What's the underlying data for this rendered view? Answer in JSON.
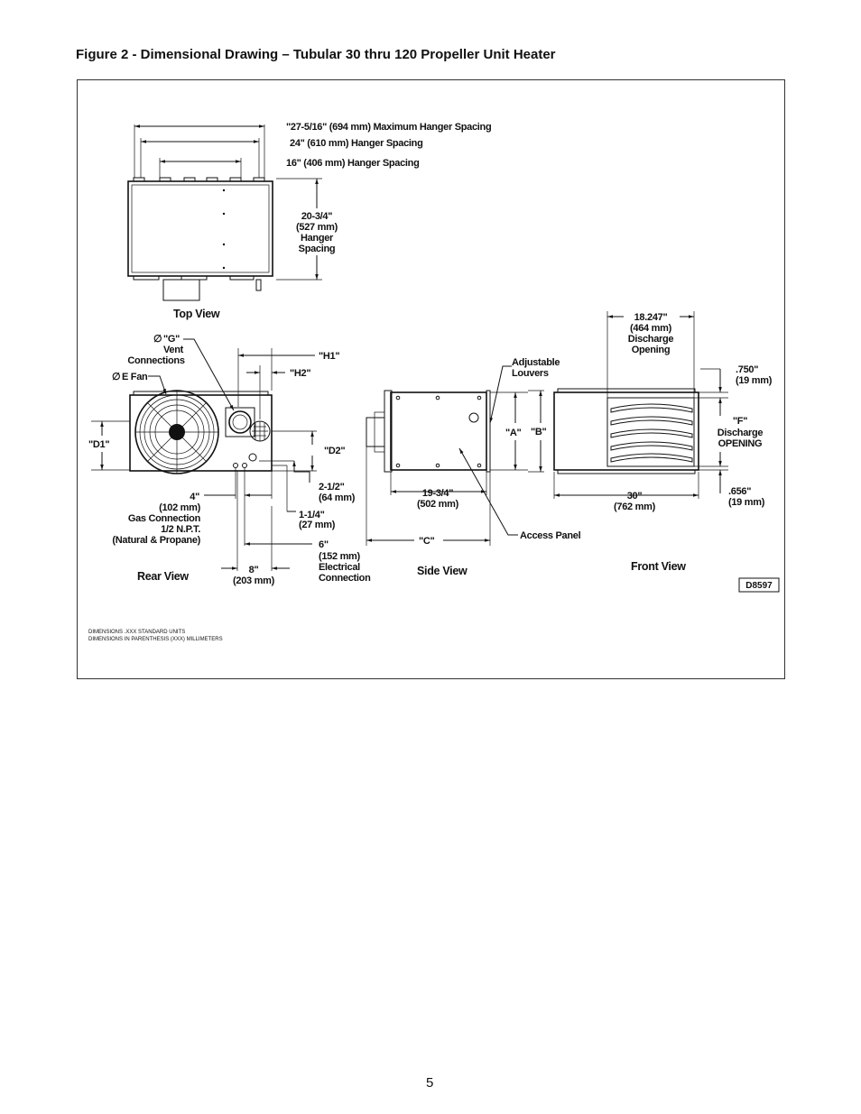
{
  "figure": {
    "title": "Figure 2 - Dimensional Drawing – Tubular 30 thru 120 Propeller Unit Heater",
    "drawing_id": "D8597",
    "page_number": "5"
  },
  "top_view": {
    "name": "Top View",
    "dims": {
      "max_hanger": "\"27-5/16\" (694 mm) Maximum Hanger Spacing",
      "hanger_24": "24\" (610 mm) Hanger Spacing",
      "hanger_16": "16\" (406 mm) Hanger Spacing",
      "height_1": "20-3/4\"",
      "height_2": "(527 mm)",
      "height_3": "Hanger",
      "height_4": "Spacing"
    }
  },
  "rear_view": {
    "name": "Rear View",
    "labels": {
      "g_1": "\"G\"",
      "g_2": "Vent",
      "g_3": "Connections",
      "e_fan": "E Fan",
      "h1": "\"H1\"",
      "h2": "\"H2\"",
      "d1": "\"D1\"",
      "d2": "\"D2\"",
      "half_1": "2-1/2\"",
      "half_2": "(64 mm)",
      "quarter_1": "1-1/4\"",
      "quarter_2": "(27 mm)",
      "gas_1": "4\"",
      "gas_2": "(102 mm)",
      "gas_3": "Gas Connection",
      "gas_4": "1/2 N.P.T.",
      "gas_5": "(Natural & Propane)",
      "elec_1": "6\"",
      "elec_2": "(152 mm)",
      "elec_3": "Electrical",
      "elec_4": "Connection",
      "w8_1": "8\"",
      "w8_2": "(203 mm)"
    }
  },
  "side_view": {
    "name": "Side View",
    "labels": {
      "louvers_1": "Adjustable",
      "louvers_2": "Louvers",
      "a": "\"A\"",
      "b": "\"B\"",
      "depth_1": "19-3/4\"",
      "depth_2": "(502 mm)",
      "c": "\"C\"",
      "access": "Access Panel"
    }
  },
  "front_view": {
    "name": "Front View",
    "labels": {
      "discharge_1": "18.247\"",
      "discharge_2": "(464 mm)",
      "discharge_3": "Discharge",
      "discharge_4": "Opening",
      "top_margin_1": ".750\"",
      "top_margin_2": "(19 mm)",
      "f_1": "\"F\"",
      "f_2": "Discharge",
      "f_3": "OPENING",
      "bottom_margin_1": ".656\"",
      "bottom_margin_2": "(19 mm)",
      "width_1": "30\"",
      "width_2": "(762 mm)"
    }
  },
  "notes": {
    "line_1": "DIMENSIONS .XXX STANDARD UNITS",
    "line_2": "DIMENSIONS IN PARENTHESIS (XXX) MILLIMETERS"
  },
  "symbols": {
    "diameter": "∅"
  }
}
